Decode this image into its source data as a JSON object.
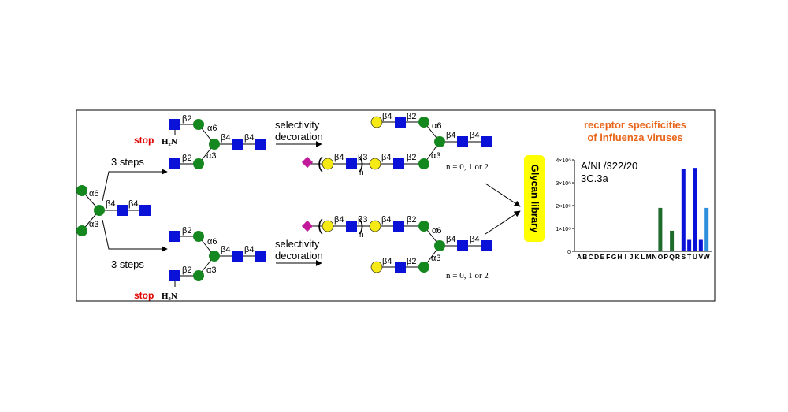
{
  "colors": {
    "glcnac": "#0b12d8",
    "man": "#15871f",
    "gal": "#f5ea16",
    "sia": "#c2189a",
    "stop": "#e00000",
    "title": "#e8651a",
    "library_bg": "#ffff00",
    "bar_dark_green": "#1f6b2e",
    "bar_blue": "#0b12d8",
    "bar_light_blue": "#2b8fdb"
  },
  "labels": {
    "steps_top": "3 steps",
    "steps_bottom": "3 steps",
    "stop_top": "stop",
    "stop_bottom": "stop",
    "amine": "H₂N",
    "selectivity": "selectivity",
    "decoration": "decoration",
    "n_note_top": "n = 0, 1 or 2",
    "n_note_bottom": "n = 0, 1 or 2",
    "n_sub": "n",
    "glycan_library": "Glycan library",
    "a6": "α6",
    "a3": "α3",
    "b2": "β2",
    "b3": "β3",
    "b4": "β4"
  },
  "chart_data": {
    "type": "bar",
    "title": "receptor specificities of influenza viruses",
    "title_lines": [
      "receptor specificities",
      "of influenza viruses"
    ],
    "annotation_lines": [
      "A/NL/322/20",
      "3C.3a"
    ],
    "categories": [
      "A",
      "B",
      "C",
      "D",
      "E",
      "F",
      "G",
      "H",
      "I",
      "J",
      "K",
      "L",
      "M",
      "N",
      "O",
      "P",
      "Q",
      "R",
      "S",
      "T",
      "U",
      "V",
      "W"
    ],
    "values": [
      0,
      0,
      0,
      0,
      0,
      0,
      0,
      0,
      0,
      0,
      0,
      0,
      0,
      0,
      1900000,
      0,
      900000,
      0,
      3600000,
      500000,
      3650000,
      500000,
      1900000
    ],
    "bar_colors": [
      "#1f6b2e",
      "#1f6b2e",
      "#1f6b2e",
      "#1f6b2e",
      "#1f6b2e",
      "#1f6b2e",
      "#1f6b2e",
      "#1f6b2e",
      "#1f6b2e",
      "#1f6b2e",
      "#1f6b2e",
      "#1f6b2e",
      "#1f6b2e",
      "#1f6b2e",
      "#1f6b2e",
      "#1f6b2e",
      "#1f6b2e",
      "#0b12d8",
      "#0b12d8",
      "#0b12d8",
      "#0b12d8",
      "#0b12d8",
      "#2b8fdb"
    ],
    "ylim": [
      0,
      4000000
    ],
    "yticks": [
      "0",
      "1×10⁶",
      "2×10⁶",
      "3×10⁶",
      "4×10⁶"
    ],
    "grid": false,
    "xlabel": "",
    "ylabel": ""
  }
}
